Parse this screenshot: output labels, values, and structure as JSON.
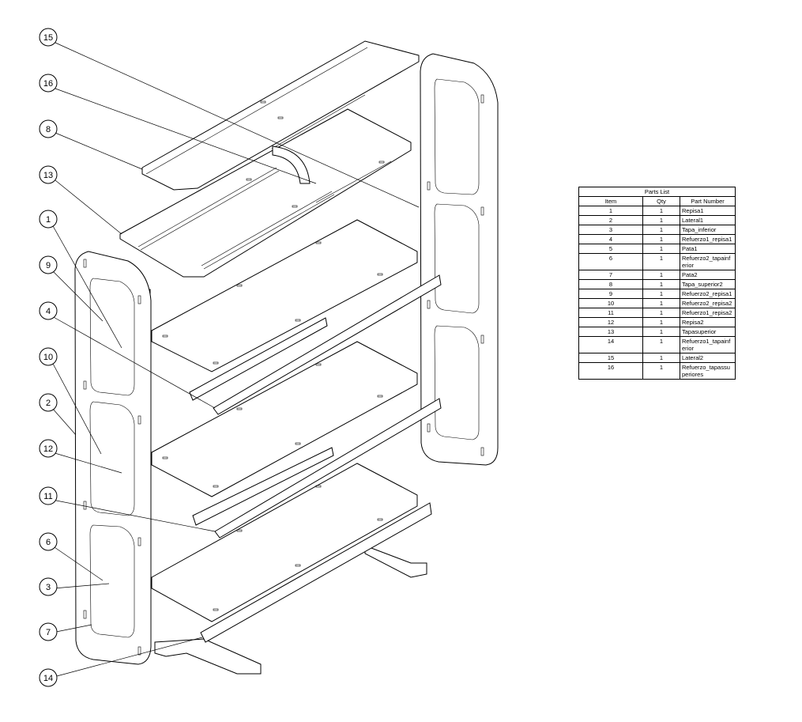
{
  "parts_list": {
    "title": "Parts List",
    "headers": {
      "item": "Item",
      "qty": "Qty",
      "part": "Part Number"
    },
    "rows": [
      {
        "item": "1",
        "qty": "1",
        "part": "Repisa1"
      },
      {
        "item": "2",
        "qty": "1",
        "part": "Lateral1"
      },
      {
        "item": "3",
        "qty": "1",
        "part": "Tapa_inferior"
      },
      {
        "item": "4",
        "qty": "1",
        "part": "Refuerzo1_repisa1"
      },
      {
        "item": "5",
        "qty": "1",
        "part": "Pata1"
      },
      {
        "item": "6",
        "qty": "1",
        "part": "Refuerzo2_tapainferior"
      },
      {
        "item": "7",
        "qty": "1",
        "part": "Pata2"
      },
      {
        "item": "8",
        "qty": "1",
        "part": "Tapa_superior2"
      },
      {
        "item": "9",
        "qty": "1",
        "part": "Refuerzo2_repisa1"
      },
      {
        "item": "10",
        "qty": "1",
        "part": "Refuerzo2_repisa2"
      },
      {
        "item": "11",
        "qty": "1",
        "part": "Refuerzo1_repisa2"
      },
      {
        "item": "12",
        "qty": "1",
        "part": "Repisa2"
      },
      {
        "item": "13",
        "qty": "1",
        "part": "Tapasuperior"
      },
      {
        "item": "14",
        "qty": "1",
        "part": "Refuerzo1_tapainferior"
      },
      {
        "item": "15",
        "qty": "1",
        "part": "Lateral2"
      },
      {
        "item": "16",
        "qty": "1",
        "part": "Refuerzo_tapassuperiores"
      }
    ]
  },
  "balloons": [
    "15",
    "16",
    "8",
    "13",
    "1",
    "9",
    "4",
    "10",
    "2",
    "12",
    "11",
    "6",
    "3",
    "7",
    "14"
  ]
}
